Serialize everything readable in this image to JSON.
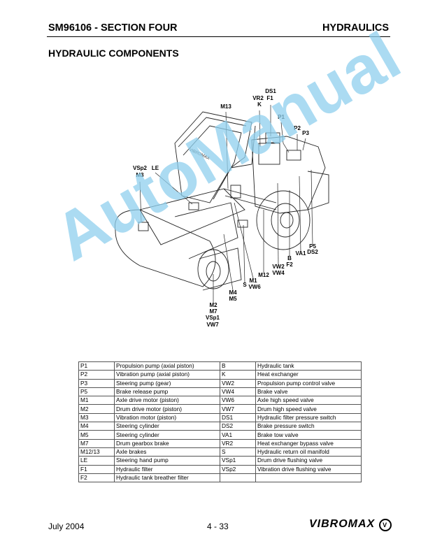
{
  "header": {
    "left": "SM96106 - SECTION FOUR",
    "right": "HYDRAULICS"
  },
  "title": "HYDRAULIC COMPONENTS",
  "diagram": {
    "brand_on_cab": "VIBROMAX",
    "labels": {
      "DS1": "DS1",
      "F1": "F1",
      "VR2": "VR2",
      "K": "K",
      "M13": "M13",
      "P1": "P1",
      "P2": "P2",
      "P3": "P3",
      "VSp2": "VSp2",
      "M3": "M3",
      "LE": "LE",
      "P5": "P5",
      "DS2": "DS2",
      "VA1": "VA1",
      "B": "B",
      "F2": "F2",
      "VW2": "VW2",
      "VW4": "VW4",
      "M12": "M12",
      "M1": "M1",
      "VW6": "VW6",
      "S": "S",
      "M4": "M4",
      "M5": "M5",
      "M2": "M2",
      "M7": "M7",
      "VSp1": "VSp1",
      "VW7": "VW7"
    }
  },
  "watermark": "AutoManual",
  "table": [
    [
      "P1",
      "Propulsion pump (axial piston)",
      "B",
      "Hydraulic tank"
    ],
    [
      "P2",
      "Vibration pump (axial piston)",
      "K",
      "Heat exchanger"
    ],
    [
      "P3",
      "Steering pump (gear)",
      "VW2",
      "Propulsion pump control valve"
    ],
    [
      "P5",
      "Brake release pump",
      "VW4",
      "Brake valve"
    ],
    [
      "M1",
      "Axle drive motor (piston)",
      "VW6",
      "Axle high speed valve"
    ],
    [
      "M2",
      "Drum drive motor (piston)",
      "VW7",
      "Drum high speed valve"
    ],
    [
      "M3",
      "Vibration motor (piston)",
      "DS1",
      "Hydraulic filter pressure switch"
    ],
    [
      "M4",
      "Steering cylinder",
      "DS2",
      "Brake pressure switch"
    ],
    [
      "M5",
      "Steering cylinder",
      "VA1",
      "Brake tow valve"
    ],
    [
      "M7",
      "Drum gearbox brake",
      "VR2",
      "Heat exchanger bypass valve"
    ],
    [
      "M12/13",
      "Axle brakes",
      "S",
      "Hydraulic return oil manifold"
    ],
    [
      "LE",
      "Steering hand pump",
      "VSp1",
      "Drum drive flushing valve"
    ],
    [
      "F1",
      "Hydraulic filter",
      "VSp2",
      "Vibration drive flushing valve"
    ],
    [
      "F2",
      "Hydraulic tank breather filter",
      "",
      ""
    ]
  ],
  "footer": {
    "date": "July 2004",
    "page": "4 - 33",
    "logo": "VIBROMAX"
  }
}
